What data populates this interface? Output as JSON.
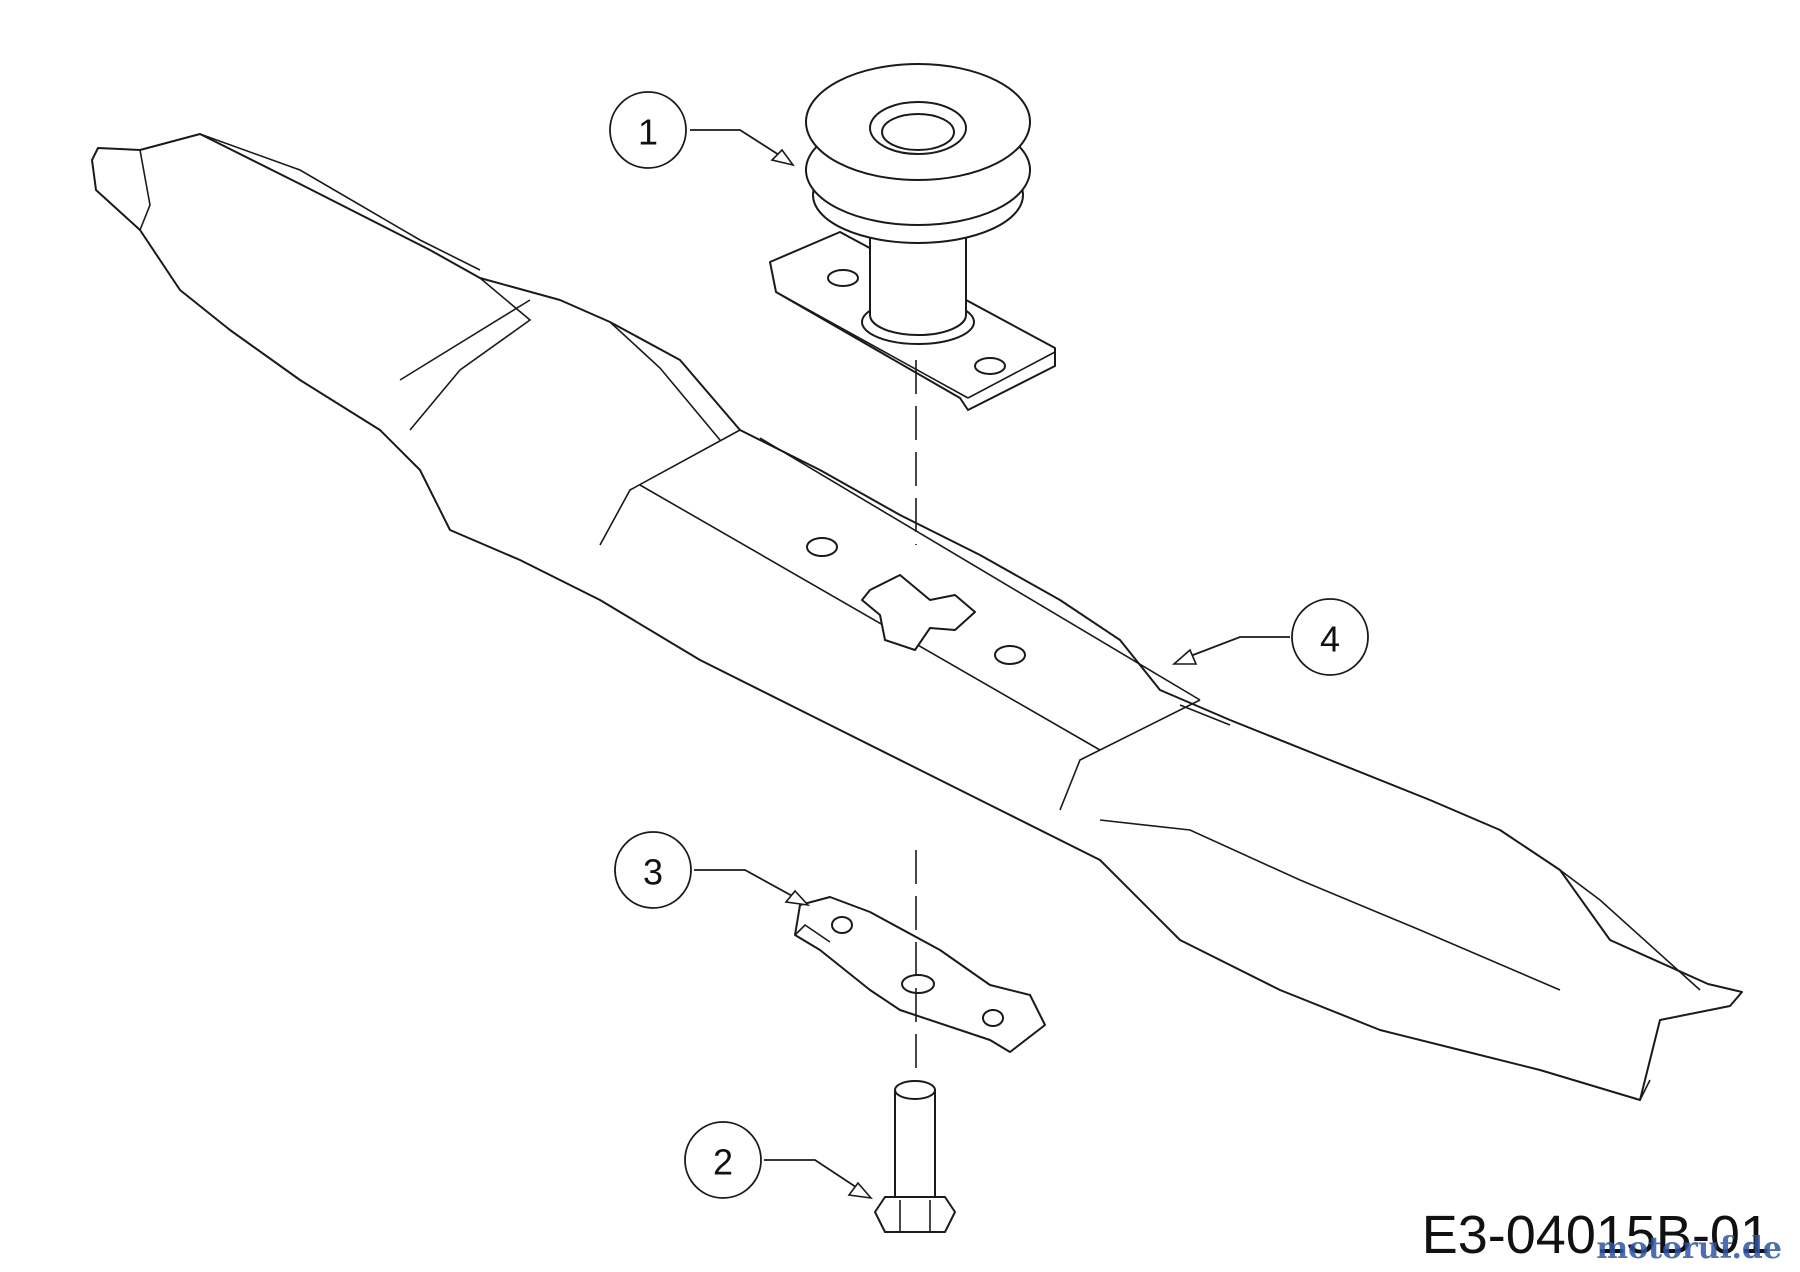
{
  "diagram": {
    "drawing_code": "E3-04015B-01",
    "watermark": "motoruf.de",
    "callouts": [
      {
        "id": "callout-1",
        "label": "1",
        "part": "spindle-pulley"
      },
      {
        "id": "callout-2",
        "label": "2",
        "part": "blade-bolt"
      },
      {
        "id": "callout-3",
        "label": "3",
        "part": "blade-adapter-plate"
      },
      {
        "id": "callout-4",
        "label": "4",
        "part": "mower-blade"
      }
    ]
  }
}
